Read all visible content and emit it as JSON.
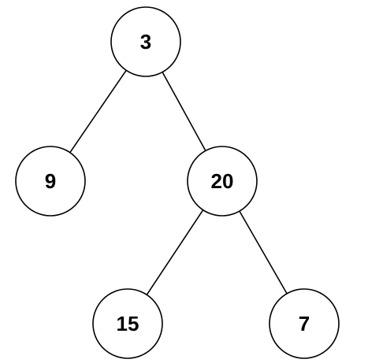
{
  "tree": {
    "nodes": [
      {
        "id": "n3",
        "label": "3"
      },
      {
        "id": "n9",
        "label": "9"
      },
      {
        "id": "n20",
        "label": "20"
      },
      {
        "id": "n15",
        "label": "15"
      },
      {
        "id": "n7",
        "label": "7"
      }
    ],
    "edges": [
      {
        "from": "n3",
        "to": "n9"
      },
      {
        "from": "n3",
        "to": "n20"
      },
      {
        "from": "n20",
        "to": "n15"
      },
      {
        "from": "n20",
        "to": "n7"
      }
    ]
  }
}
